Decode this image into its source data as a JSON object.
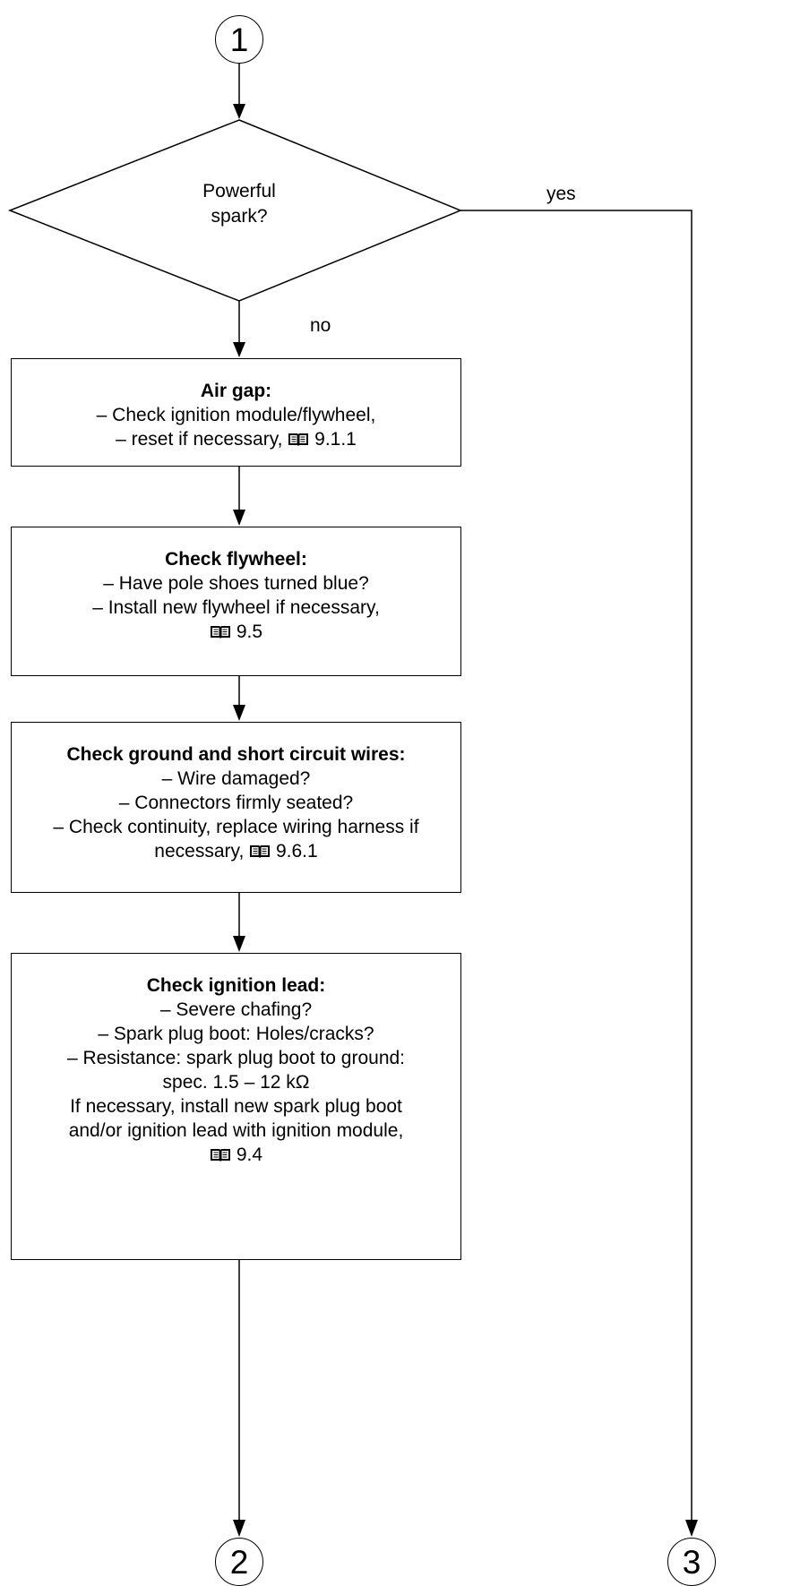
{
  "connectors": {
    "top": "1",
    "bottom_left": "2",
    "bottom_right": "3"
  },
  "decision": {
    "line1": "Powerful",
    "line2": "spark?",
    "yes_label": "yes",
    "no_label": "no"
  },
  "boxes": [
    {
      "title": "Air gap:",
      "lines": [
        "– Check ignition module/flywheel,",
        "– reset if necessary,"
      ],
      "ref": "9.1.1"
    },
    {
      "title": "Check flywheel:",
      "lines": [
        "– Have pole shoes turned blue?",
        "– Install new flywheel if necessary,"
      ],
      "ref": "9.5"
    },
    {
      "title": "Check ground and short circuit wires:",
      "lines": [
        "– Wire damaged?",
        "– Connectors firmly seated?",
        "– Check continuity, replace wiring harness if",
        "necessary,"
      ],
      "ref": "9.6.1"
    },
    {
      "title": "Check ignition lead:",
      "lines": [
        "– Severe chafing?",
        "– Spark plug boot: Holes/cracks?",
        "– Resistance: spark plug boot to ground:",
        "spec. 1.5 – 12 kΩ",
        "If necessary, install new spark plug boot",
        "and/or ignition lead with ignition module,"
      ],
      "ref": "9.4"
    }
  ],
  "icons": {
    "reference": "manual-book-icon"
  }
}
